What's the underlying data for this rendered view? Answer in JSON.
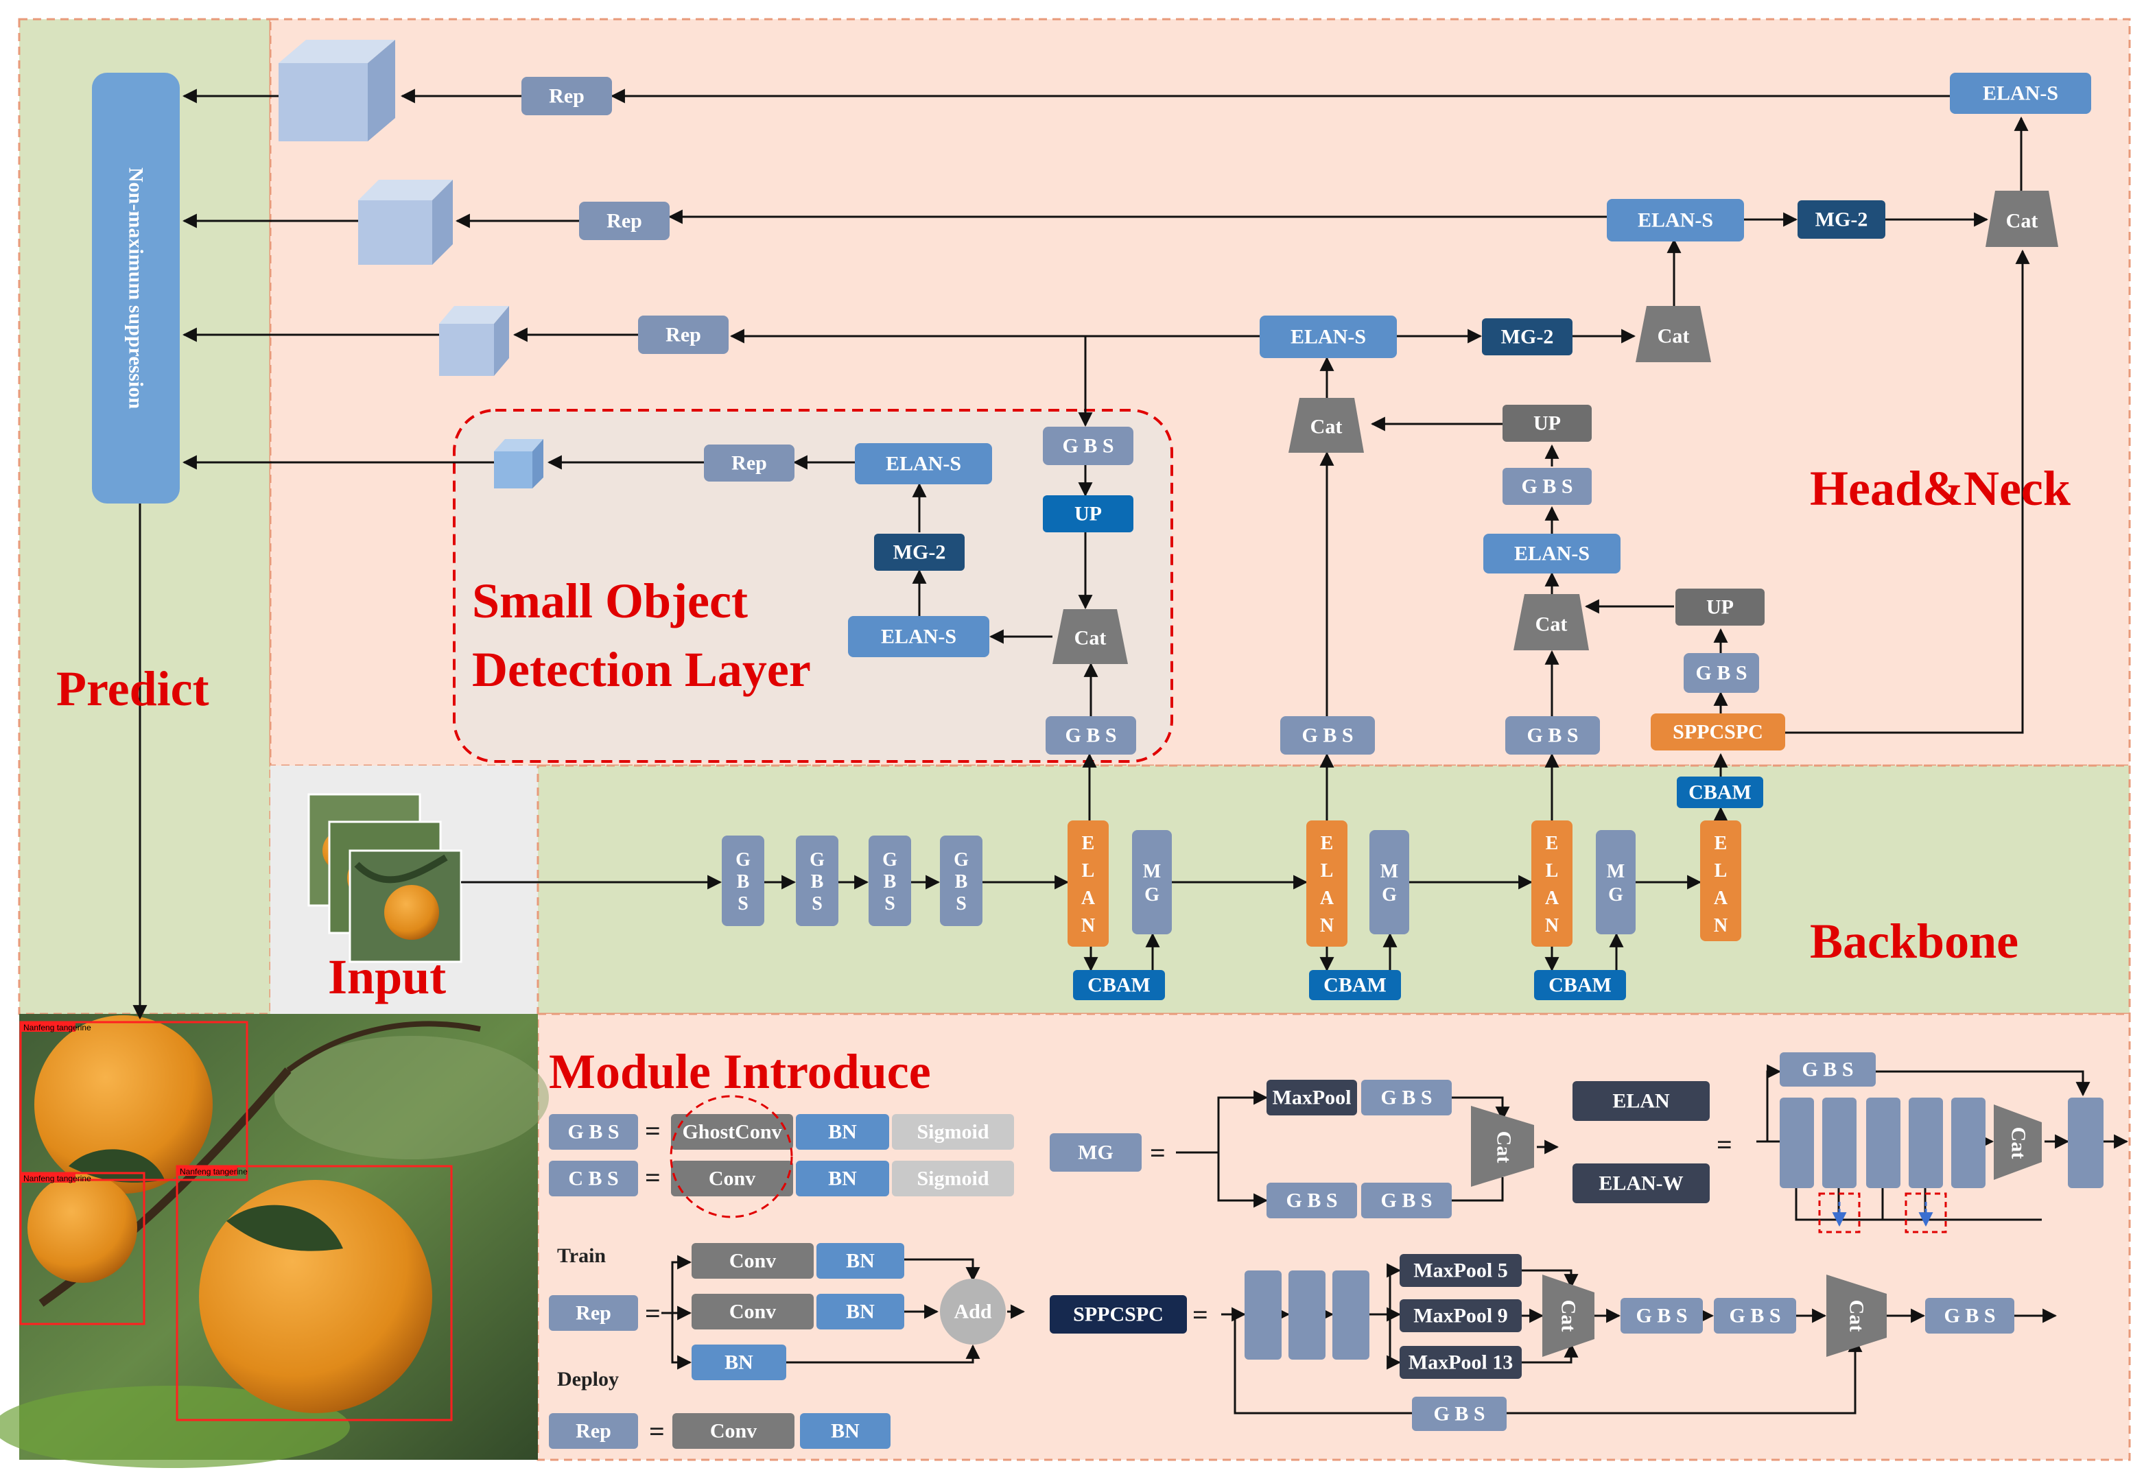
{
  "sections": {
    "predict": "Predict",
    "input": "Input",
    "backbone": "Backbone",
    "head_neck": "Head&Neck",
    "small_obj_1": "Small Object",
    "small_obj_2": "Detection Layer",
    "module_intro": "Module Introduce"
  },
  "nms": "Non-maximum suppression",
  "labels": {
    "rep": "Rep",
    "elan_s": "ELAN-S",
    "mg2": "MG-2",
    "cat": "Cat",
    "gbs": "GBS",
    "gbs_spaced": "G B S",
    "up": "UP",
    "sppcspc": "SPPCSPC",
    "cbam": "CBAM",
    "elan_v": "ELAN",
    "mg_v": "MG",
    "gbs_v": "GBS"
  },
  "module": {
    "gbs": "G B S",
    "cbs": "C B S",
    "ghostconv": "GhostConv",
    "conv": "Conv",
    "bn": "BN",
    "sigmoid": "Sigmoid",
    "eq": "=",
    "train": "Train",
    "deploy": "Deploy",
    "rep": "Rep",
    "add": "Add",
    "mg": "MG",
    "maxpool": "MaxPool",
    "elan": "ELAN",
    "elan_w": "ELAN-W",
    "sppcspc": "SPPCSPC",
    "maxpool5": "MaxPool 5",
    "maxpool9": "MaxPool 9",
    "maxpool13": "MaxPool 13"
  },
  "detection_labels": [
    "Nanfeng tangerine",
    "Nanfeng tangerine",
    "Nanfeng tangerine"
  ],
  "colors": {
    "steel": "#7f93b5",
    "blue_mid": "#5b8fc9",
    "navy": "#1f4e79",
    "dark_navy": "#16294f",
    "cbam": "#0b6bb4",
    "orange": "#e8893a",
    "gray_dark": "#6e6e6e",
    "gray_cat": "#7a7a7a",
    "dark_slate": "#3a4255",
    "light_gray": "#c9c9c9",
    "red": "#e00000",
    "bg_head": "#fde2d6",
    "bg_backbone": "#d9e3bf",
    "bg_predict": "#d9e3bf",
    "bg_input": "#ececec",
    "bg_small": "#efe4dd",
    "bg_module": "#fde2d6"
  }
}
